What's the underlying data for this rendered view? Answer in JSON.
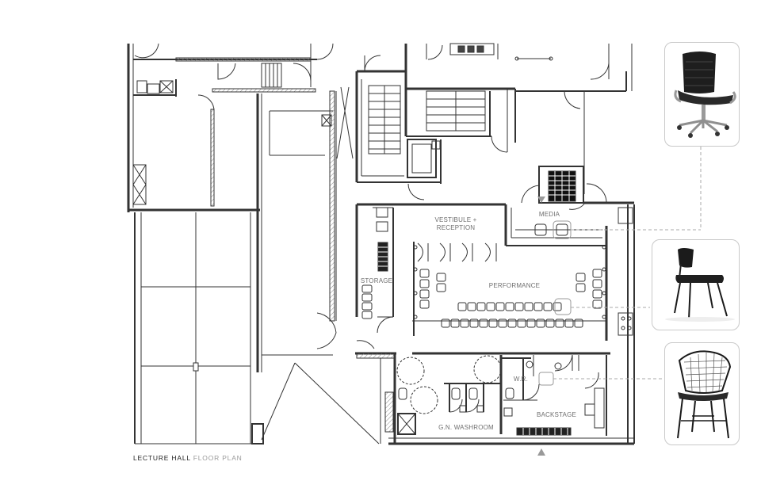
{
  "caption": {
    "main": "LECTURE HALL",
    "sub": "FLOOR PLAN"
  },
  "rooms": {
    "vestibule_line1": "VESTIBULE +",
    "vestibule_line2": "RECEPTION",
    "media": "MEDIA",
    "storage": "STORAGE",
    "performance": "PERFORMANCE",
    "wr": "W.R.",
    "backstage": "BACKSTAGE",
    "washroom": "G.N. WASHROOM"
  },
  "furniture_cards": [
    {
      "icon": "office-chair-icon"
    },
    {
      "icon": "stacking-chair-icon"
    },
    {
      "icon": "wire-bar-stool-icon"
    }
  ],
  "colors": {
    "wall": "#1a1a1a",
    "line": "#333333",
    "hatch": "#8a8a8a",
    "leader": "#aaaaaa",
    "label": "#6f6f6f"
  }
}
